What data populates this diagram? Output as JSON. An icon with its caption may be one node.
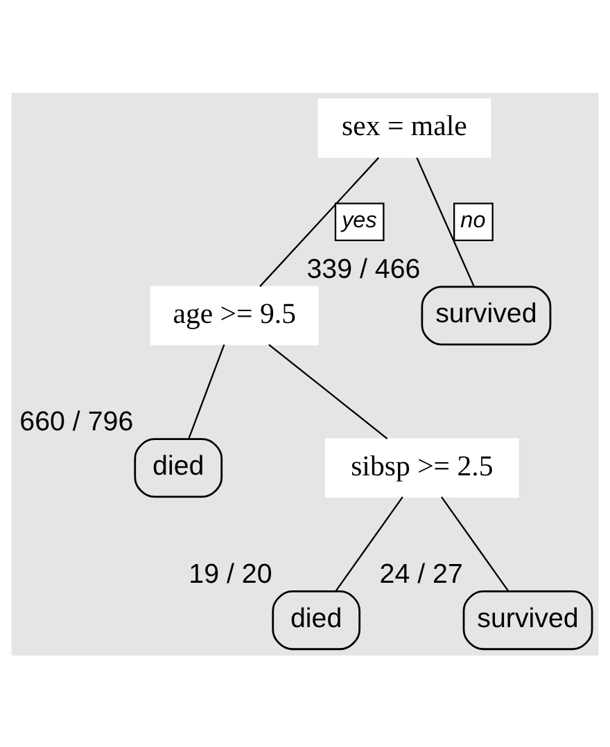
{
  "diagram": {
    "nodes": [
      {
        "text": [
          "sex = male"
        ]
      },
      {
        "text": [
          "age >= 9.5"
        ]
      },
      {
        "text": [
          "survived"
        ],
        "beside": [
          "339 / 466"
        ]
      },
      {
        "text": [
          "died"
        ],
        "beside": [
          "660 / 796"
        ]
      },
      {
        "text": [
          "sibsp >= 2.5"
        ]
      },
      {
        "text": [
          "died"
        ],
        "beside": [
          "19 / 20"
        ]
      },
      {
        "text": [
          "survived"
        ],
        "beside": [
          "24 / 27"
        ]
      }
    ],
    "edges": [
      {
        "from": 0,
        "to": 1,
        "arrow": "none",
        "label": "yes"
      },
      {
        "from": 0,
        "to": 2,
        "arrow": "none",
        "label": "no"
      },
      {
        "from": 1,
        "to": 3,
        "arrow": "none"
      },
      {
        "from": 1,
        "to": 4,
        "arrow": "none"
      },
      {
        "from": 4,
        "to": 5,
        "arrow": "none"
      },
      {
        "from": 4,
        "to": 6,
        "arrow": "none"
      }
    ]
  }
}
